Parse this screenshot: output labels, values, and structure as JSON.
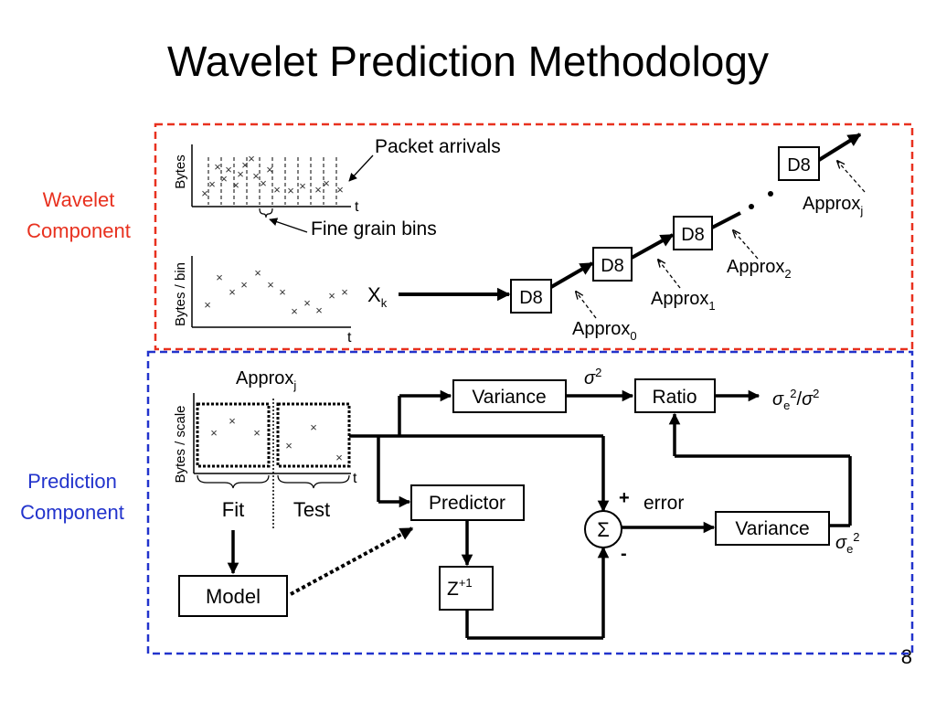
{
  "slide": {
    "title": "Wavelet Prediction Methodology",
    "page_number": "8"
  },
  "colors": {
    "wavelet_accent": "#e8311f",
    "prediction_accent": "#2233cc",
    "ink": "#000000"
  },
  "wavelet_component": {
    "label_line1": "Wavelet",
    "label_line2": "Component",
    "top_plot": {
      "ylabel": "Bytes",
      "xlabel": "t",
      "annotation_packets": "Packet arrivals",
      "annotation_bins": "Fine grain bins"
    },
    "bottom_plot": {
      "ylabel": "Bytes / bin",
      "xlabel": "t"
    },
    "input": {
      "base": "X",
      "sub": "k"
    },
    "d8_label": "D8",
    "approx_base": "Approx",
    "approx_subs": [
      "0",
      "1",
      "2",
      "j"
    ]
  },
  "prediction_component": {
    "label_line1": "Prediction",
    "label_line2": "Component",
    "plot": {
      "title_base": "Approx",
      "title_sub": "j",
      "ylabel": "Bytes / scale",
      "xlabel": "t",
      "fit_label": "Fit",
      "test_label": "Test"
    },
    "blocks": {
      "variance_top": "Variance",
      "ratio": "Ratio",
      "predictor": "Predictor",
      "model": "Model",
      "delay_base": "Z",
      "delay_sup": "+1",
      "variance_err": "Variance",
      "sum_symbol": "Σ"
    },
    "signals": {
      "sigma": "σ",
      "sq": "2",
      "e_sub": "e",
      "slash": "/",
      "error": "error",
      "plus": "+",
      "minus": "-"
    }
  }
}
